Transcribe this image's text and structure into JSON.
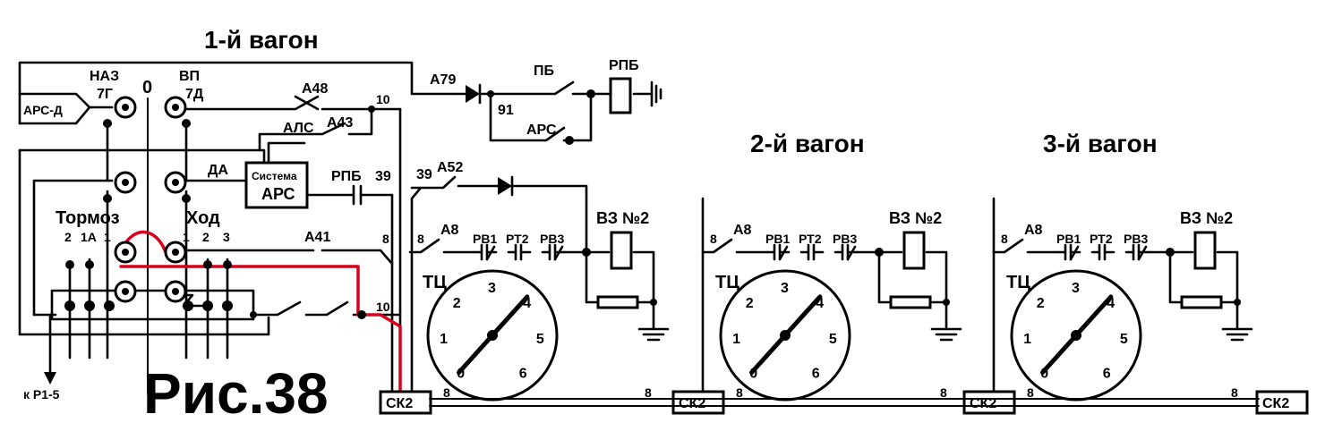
{
  "title": "Рис.38",
  "wagons": {
    "w1": "1-й вагон",
    "w2": "2-й вагон",
    "w3": "3-й вагон"
  },
  "labels": {
    "nazad": "НАЗ",
    "nazad_code": "7Г",
    "vpered": "ВП",
    "vpered_code": "7Д",
    "zero": "0",
    "arsd": "АРС-Д",
    "a48": "А48",
    "a43": "А43",
    "als": "АЛС",
    "a79": "А79",
    "pb": "ПБ",
    "rpb_top": "РПБ",
    "n91": "91",
    "ars_contact": "АРС",
    "wire10_top": "10",
    "sys_line1": "Система",
    "sys_line2": "АРС",
    "da": "ДА",
    "rpb_mid": "РПБ",
    "wire39a": "39",
    "wire39b": "39",
    "a52": "А52",
    "tormoz": "Тормоз",
    "hod": "Ход",
    "t2": "2",
    "t1a": "1А",
    "t1": "1",
    "h1": "1",
    "h2": "2",
    "h3": "3",
    "a41": "А41",
    "wire8": "8",
    "wire10_bot": "10",
    "kr15": "к Р1-5"
  },
  "car_labels": {
    "a8": "А8",
    "rv1": "РВ1",
    "rt2": "РТ2",
    "rv3": "РВ3",
    "vz2": "ВЗ №2",
    "tc": "ТЦ",
    "wire8": "8",
    "sk2": "СК2"
  },
  "gauge_scale": [
    "0",
    "1",
    "2",
    "3",
    "4",
    "5",
    "6"
  ],
  "gauge_reading": 3.9
}
